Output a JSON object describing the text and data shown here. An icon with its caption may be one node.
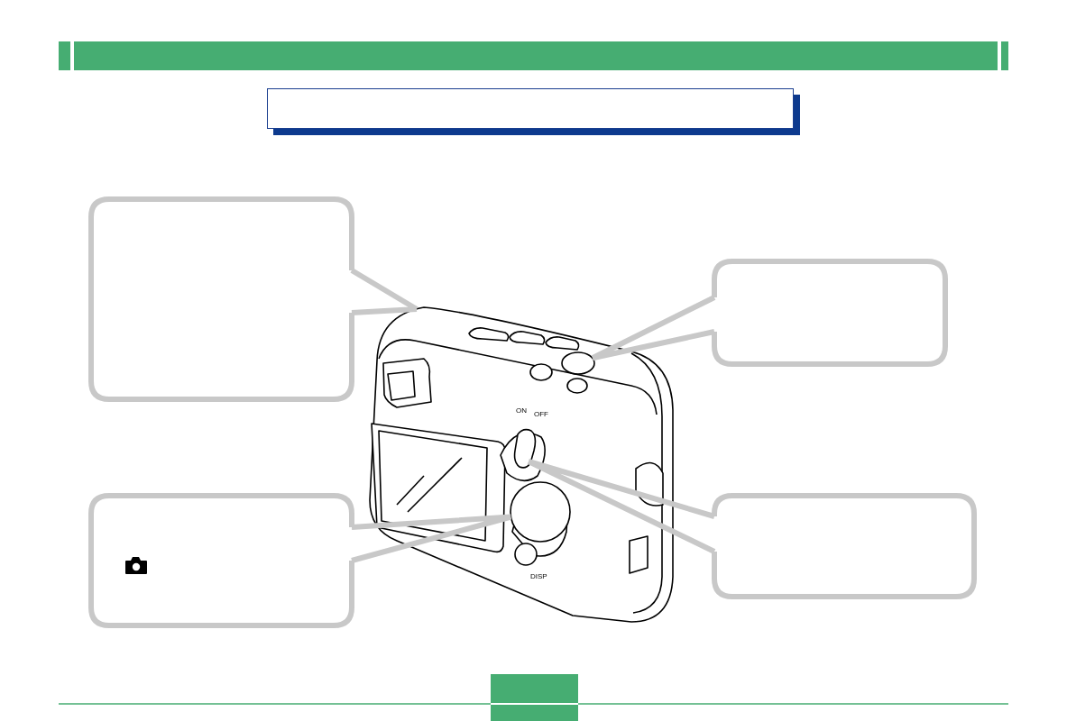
{
  "diagram": {
    "nodes": [
      {
        "text": [],
        "shape": "box"
      },
      {
        "text": [],
        "shape": "box"
      },
      {
        "text": [],
        "shape": "box"
      },
      {
        "text": [],
        "shape": "box"
      },
      {
        "text": [],
        "shape": "box"
      },
      {
        "text": [],
        "shape": "picture"
      },
      {
        "text": [],
        "shape": "circle",
        "in": 5
      },
      {
        "text": [],
        "shape": "circle",
        "in": 5
      },
      {
        "text": [],
        "shape": "box",
        "in": 5
      },
      {
        "text": [],
        "shape": "box"
      }
    ],
    "edges": [
      {
        "from": 1,
        "to": 5,
        "arrow": "none",
        "color": "#c8c8c8"
      },
      {
        "from": 2,
        "to": 6,
        "arrow": "none",
        "color": "#c8c8c8"
      },
      {
        "from": 3,
        "to": 7,
        "arrow": "none",
        "color": "#c8c8c8"
      },
      {
        "from": 4,
        "to": 8,
        "arrow": "none",
        "color": "#c8c8c8"
      }
    ],
    "labels": [
      "ON",
      "OFF",
      "DISP"
    ]
  }
}
